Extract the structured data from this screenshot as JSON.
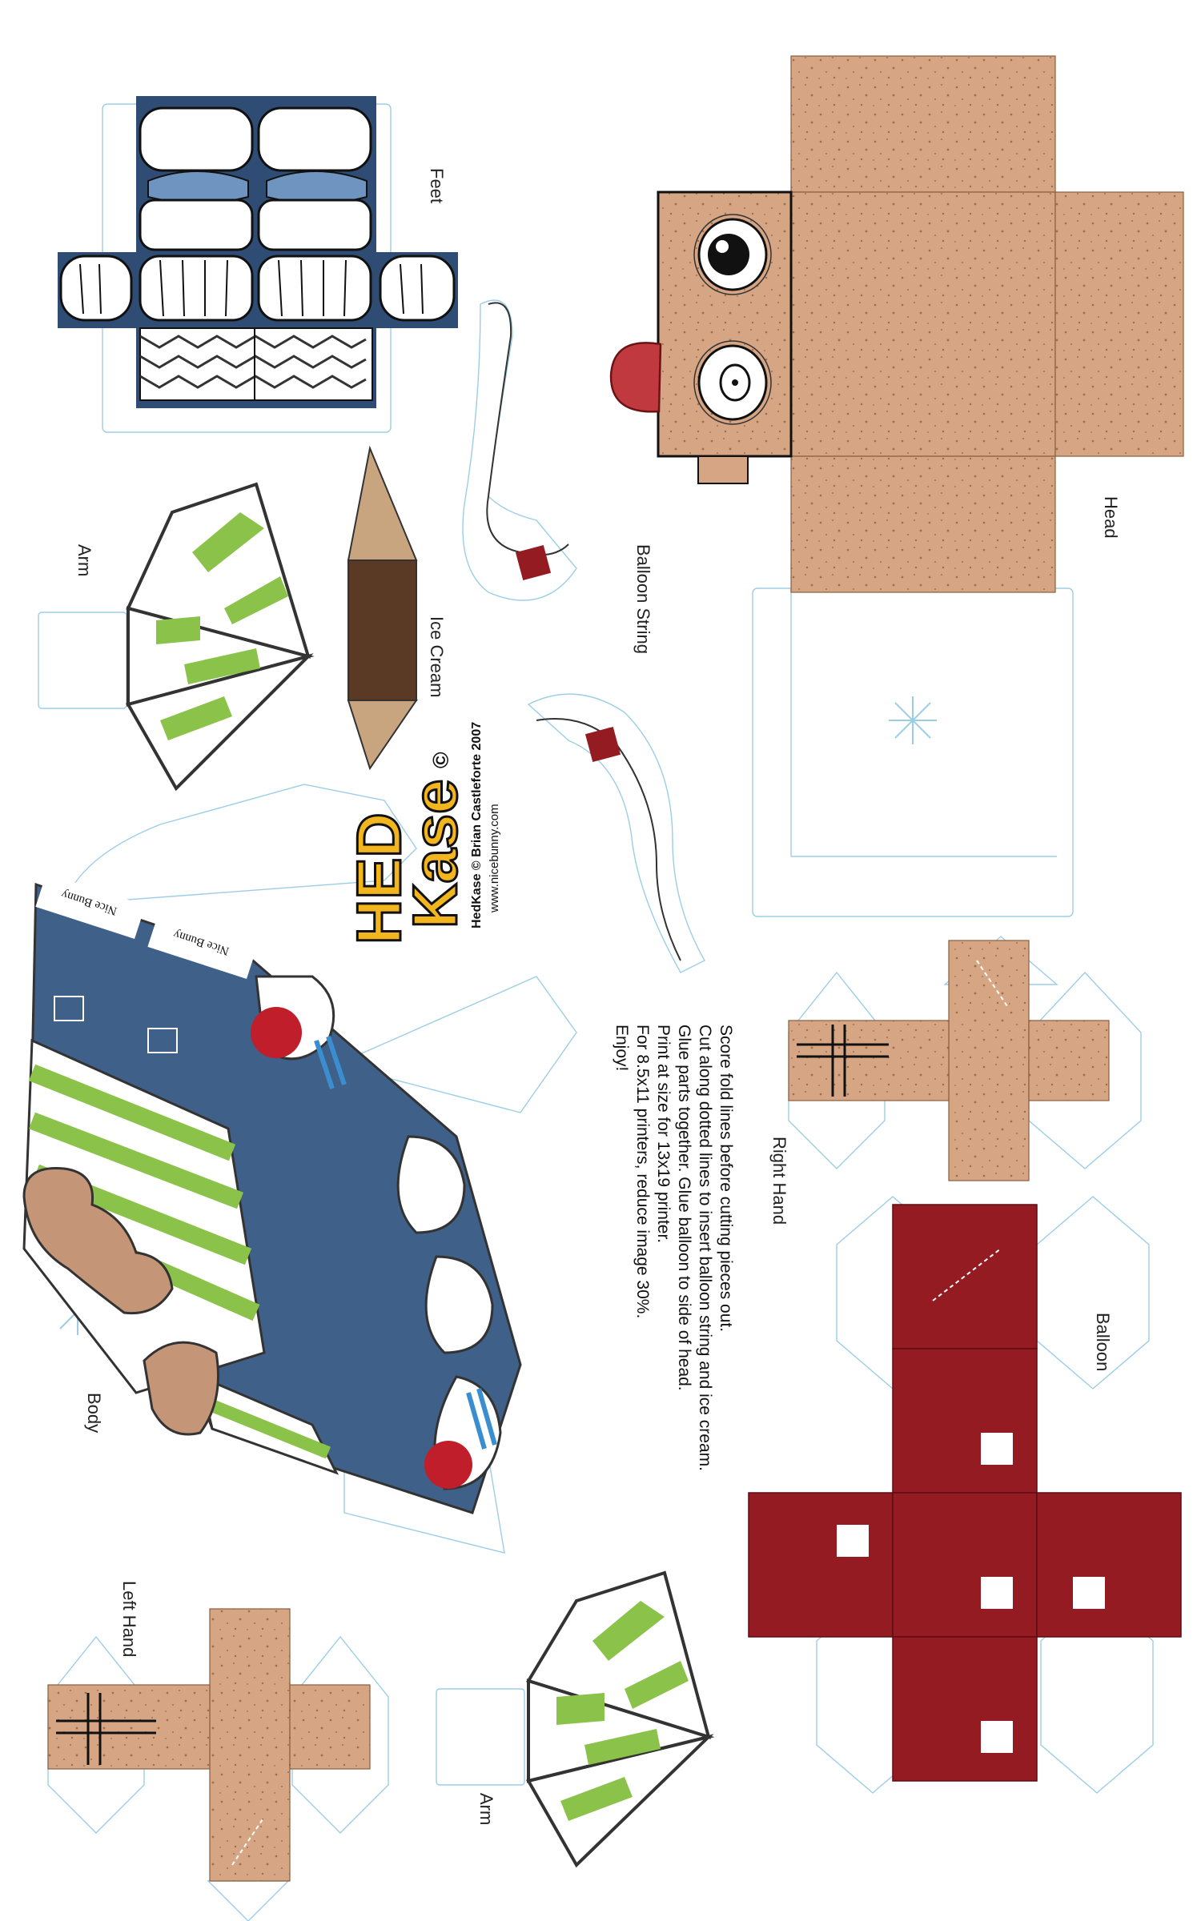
{
  "labels": {
    "feet": "Feet",
    "head": "Head",
    "arm_top": "Arm",
    "ice_cream": "Ice Cream",
    "balloon_string": "Balloon String",
    "body": "Body",
    "right_hand": "Right Hand",
    "balloon": "Balloon",
    "left_hand": "Left Hand",
    "arm_bottom": "Arm"
  },
  "logo": {
    "line1": "HED",
    "line2": "Kase",
    "copyright": "©",
    "credit": "HedKase © Brian Castleforte 2007",
    "url": "www.nicebunny.com",
    "shoe_brand": "Nice Bunny"
  },
  "instructions": [
    "Score fold lines before cutting pieces out.",
    "Cut along dotted lines to insert balloon string and ice cream.",
    "Glue parts together. Glue balloon to side of head.",
    "Print at size for 13x19 printer.",
    "For 8.5x11 printers, reduce image 30%.",
    "Enjoy!"
  ],
  "colors": {
    "skin": "#d6a684",
    "denim": "#3f6088",
    "stripe_green": "#8bc34a",
    "balloon_red": "#941b22",
    "tab_outline": "#9ccde6",
    "logo_yellow": "#f3b51d"
  }
}
